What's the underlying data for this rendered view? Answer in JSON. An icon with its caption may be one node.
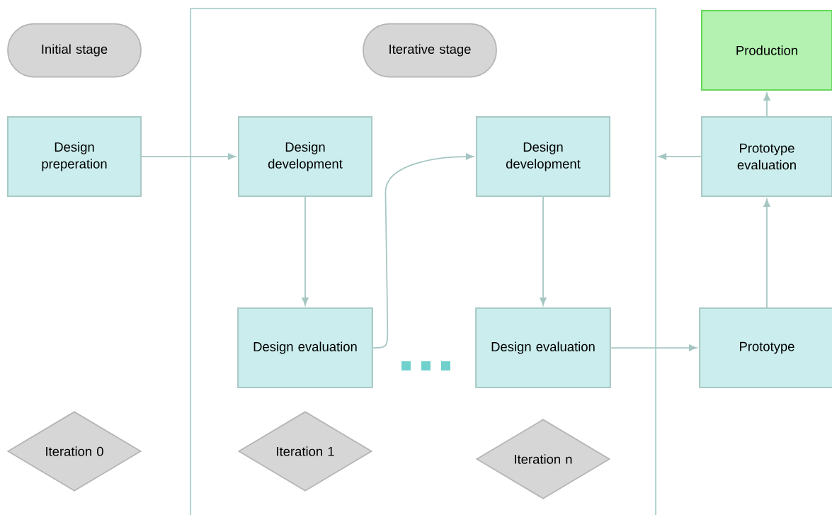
{
  "diagram": {
    "nodes": [
      {
        "text": [
          "Initial stage"
        ]
      },
      {
        "text": [],
        "shape": "box"
      },
      {
        "text": [
          "Iterative stage"
        ],
        "in": 1
      },
      {
        "text": [
          "Production"
        ]
      },
      {
        "text": [
          "Design preperation"
        ]
      },
      {
        "text": [
          "Design development"
        ],
        "in": 1
      },
      {
        "text": [
          "Design development"
        ],
        "in": 1
      },
      {
        "text": [
          "Prototype evaluation"
        ]
      },
      {
        "text": [
          "Design evaluation"
        ],
        "in": 1
      },
      {
        "text": [
          "Design evaluation"
        ],
        "in": 1
      },
      {
        "text": [
          "Prototype"
        ]
      },
      {
        "text": [
          "Iteration 0"
        ]
      },
      {
        "text": [
          "Iteration 1"
        ],
        "in": 1
      },
      {
        "text": [
          "Iteration n"
        ],
        "in": 1
      }
    ],
    "edges": [
      {
        "from": 4,
        "to": 5,
        "arrow": "to"
      },
      {
        "from": 5,
        "to": 8,
        "arrow": "to"
      },
      {
        "from": 8,
        "to": 6,
        "arrow": "to"
      },
      {
        "from": 6,
        "to": 9,
        "arrow": "to"
      },
      {
        "from": 9,
        "to": 10,
        "arrow": "to"
      },
      {
        "from": 10,
        "to": 7,
        "arrow": "to"
      },
      {
        "from": 7,
        "to": 3,
        "arrow": "to"
      },
      {
        "from": 7,
        "to": 1,
        "arrow": "to"
      }
    ]
  }
}
